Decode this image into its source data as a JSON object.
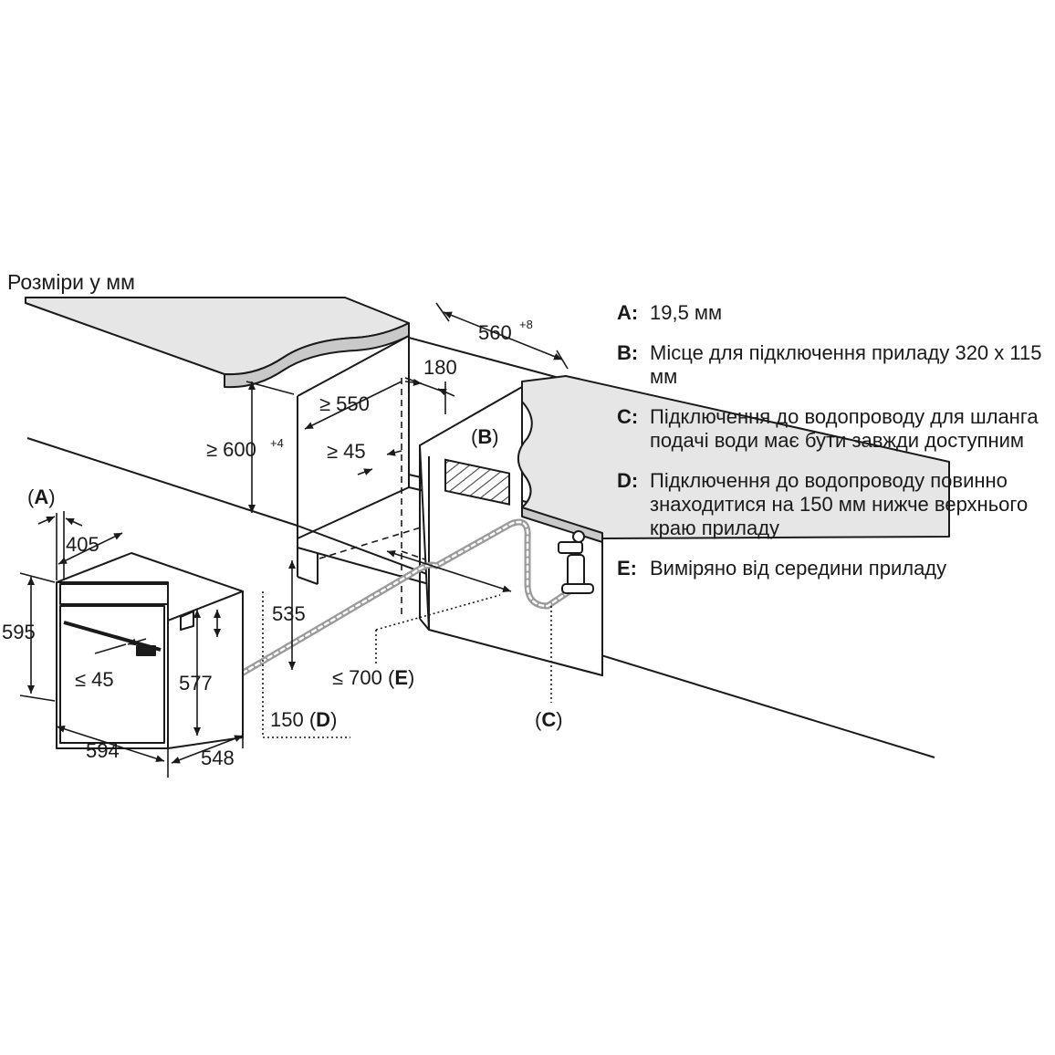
{
  "title": "Розміри у мм",
  "legend": [
    {
      "key": "A:",
      "text": "19,5 мм"
    },
    {
      "key": "B:",
      "text": "Місце для підключення приладу 320 x 115 мм"
    },
    {
      "key": "C:",
      "text": "Підключення до водопроводу для шланга подачі води має бути завжди доступним"
    },
    {
      "key": "D:",
      "text": "Підключення до водопроводу повинно знаходитися на 150 мм нижче верхнього краю приладу"
    },
    {
      "key": "E:",
      "text": "Виміряно від середини приладу"
    }
  ],
  "dimensions": {
    "niche_depth": "560",
    "niche_depth_tol": "+8",
    "d180": "180",
    "min550": "≥ 550",
    "min600": "≥ 600",
    "min600_tol": "+4",
    "min45_top": "≥ 45",
    "label_b": "B",
    "label_a": "A",
    "d405": "405",
    "d535": "535",
    "d595": "595",
    "d577": "577",
    "max45": "≤ 45",
    "d594": "594",
    "d548": "548",
    "d150": "150",
    "label_d": "D",
    "max700": "≤ 700",
    "label_e": "E",
    "label_c": "C"
  },
  "colors": {
    "line": "#1a1a1a",
    "countertop": "#e4e4e4",
    "hose": "#9a9a9a",
    "hatch": "#555555"
  }
}
